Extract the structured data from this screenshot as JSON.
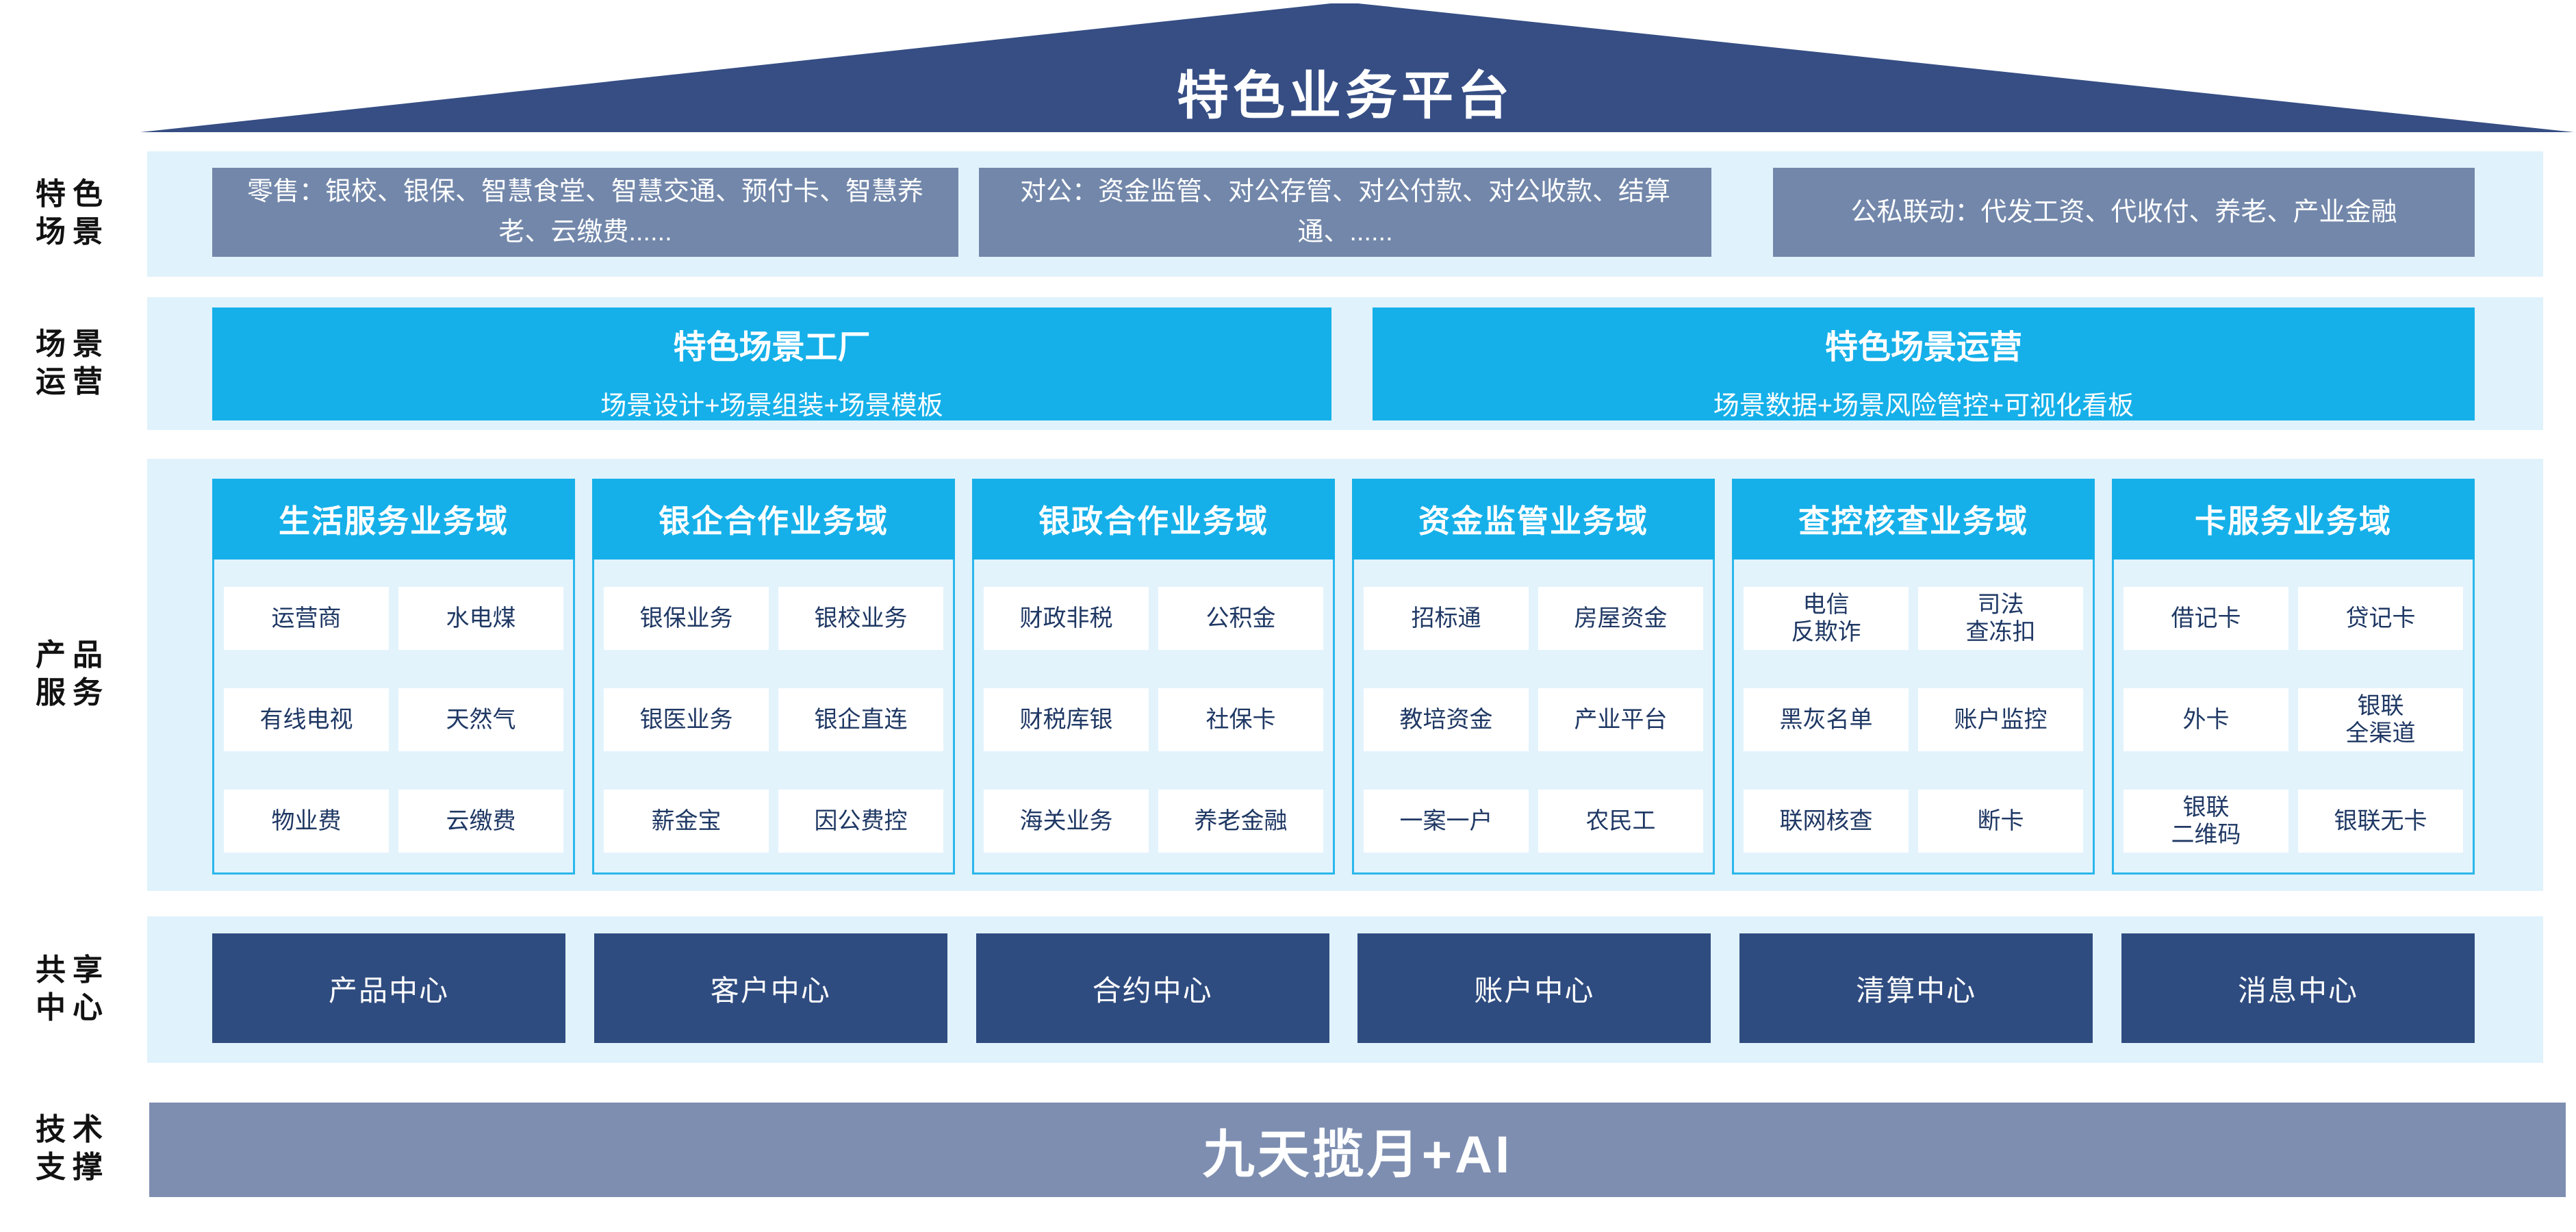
{
  "title": "特色业务平台",
  "side_labels": [
    "特色\n场景",
    "场景\n运营",
    "产品\n服务",
    "共享\n中心",
    "技术\n支撑"
  ],
  "scenario_row": {
    "boxes": [
      "零售：银校、银保、智慧食堂、智慧交通、预付卡、智慧养老、云缴费......",
      "对公：资金监管、对公存管、对公付款、对公收款、结算通、......",
      "公私联动：代发工资、代收付、养老、产业金融"
    ]
  },
  "operation_row": {
    "boxes": [
      {
        "title": "特色场景工厂",
        "subtitle": "场景设计+场景组装+场景模板"
      },
      {
        "title": "特色场景运营",
        "subtitle": "场景数据+场景风险管控+可视化看板"
      }
    ]
  },
  "product_columns": [
    {
      "header": "生活服务业务域",
      "items": [
        "运营商",
        "水电煤",
        "有线电视",
        "天然气",
        "物业费",
        "云缴费"
      ]
    },
    {
      "header": "银企合作业务域",
      "items": [
        "银保业务",
        "银校业务",
        "银医业务",
        "银企直连",
        "薪金宝",
        "因公费控"
      ]
    },
    {
      "header": "银政合作业务域",
      "items": [
        "财政非税",
        "公积金",
        "财税库银",
        "社保卡",
        "海关业务",
        "养老金融"
      ]
    },
    {
      "header": "资金监管业务域",
      "items": [
        "招标通",
        "房屋资金",
        "教培资金",
        "产业平台",
        "一案一户",
        "农民工"
      ]
    },
    {
      "header": "查控核查业务域",
      "items": [
        "电信\n反欺诈",
        "司法\n查冻扣",
        "黑灰名单",
        "账户监控",
        "联网核查",
        "断卡"
      ]
    },
    {
      "header": "卡服务业务域",
      "items": [
        "借记卡",
        "贷记卡",
        "外卡",
        "银联\n全渠道",
        "银联\n二维码",
        "银联无卡"
      ]
    }
  ],
  "shared_centers": [
    "产品中心",
    "客户中心",
    "合约中心",
    "账户中心",
    "清算中心",
    "消息中心"
  ],
  "tech_support": "九天揽月+AI",
  "colors": {
    "roof_navy": "#364E84",
    "band_light_blue": "#E0F2FB",
    "steel_blue_box": "#7287AA",
    "accent_cyan": "#15B0E9",
    "cyan_border": "#2BB7EC",
    "dark_navy_box": "#2F4C80",
    "tech_bar_steel": "#7E8EB1",
    "cell_text_navy": "#1F3864"
  }
}
